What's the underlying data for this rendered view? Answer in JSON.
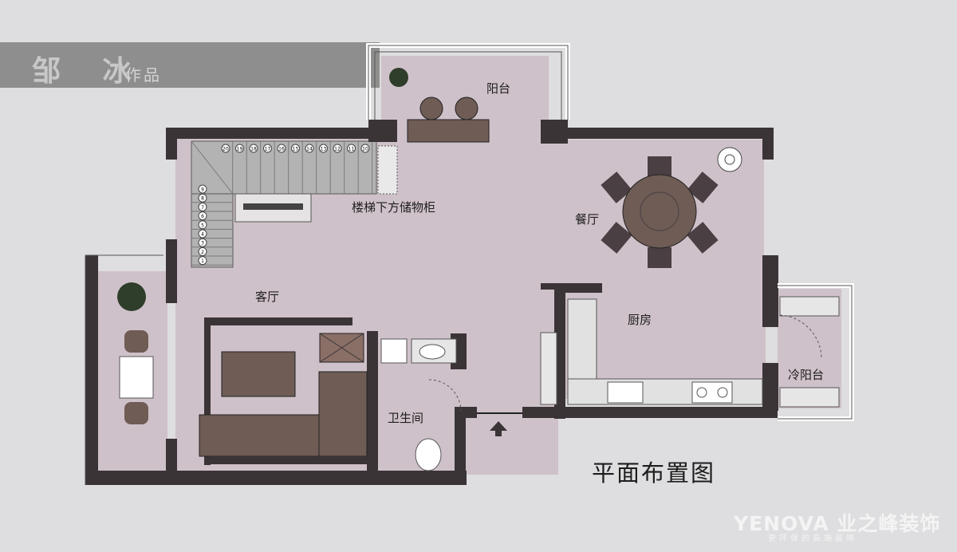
{
  "header": {
    "author": "邹 冰",
    "author_suffix": "作品"
  },
  "rooms": {
    "balcony": "阳台",
    "storage": "楼梯下方储物柜",
    "dining": "餐厅",
    "living": "客厅",
    "kitchen": "厨房",
    "cold_balcony": "冷阳台",
    "bathroom": "卫生间"
  },
  "stair_steps": [
    "20",
    "19",
    "18",
    "17",
    "16",
    "15",
    "14",
    "13",
    "12",
    "11",
    "10",
    "9",
    "8",
    "7",
    "6",
    "5",
    "4",
    "3",
    "2",
    "1"
  ],
  "plan_title": "平面布置图",
  "brand": {
    "name": "YENOVA 业之峰装饰",
    "slogan": "更环保的高端装饰"
  },
  "colors": {
    "floor": "#cfc1c9",
    "wall": "#3a3436",
    "furniture": "#6e5c55",
    "stair": "#b3b3b3",
    "banner": "#8e8e8e"
  }
}
